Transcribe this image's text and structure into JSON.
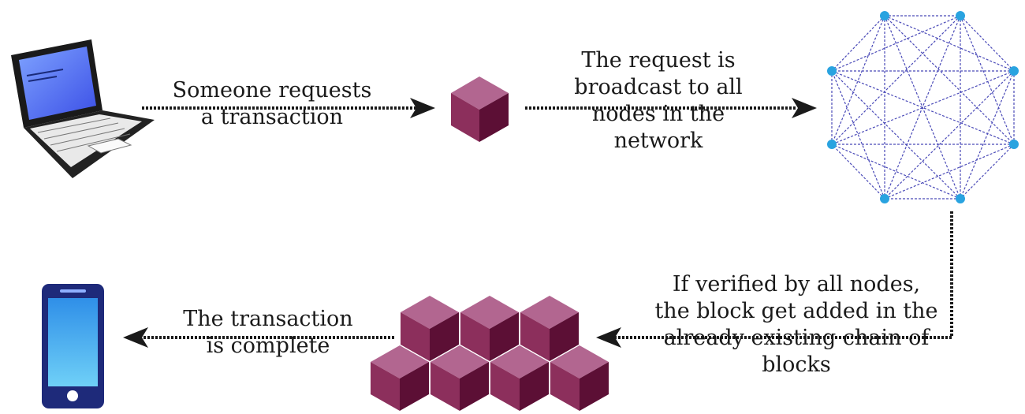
{
  "steps": {
    "request": [
      "Someone requests",
      "a transaction"
    ],
    "broadcast": [
      "The request is",
      "broadcast to all",
      "nodes in the",
      "network"
    ],
    "verify": [
      "If verified by all nodes,",
      "the block get added in the",
      "already existing chain of",
      "blocks"
    ],
    "complete": [
      "The transaction",
      "is complete"
    ]
  },
  "icons": {
    "laptop": "laptop-icon",
    "block": "block-cube-icon",
    "network": "network-nodes-icon",
    "chain": "blockchain-icon",
    "phone": "smartphone-icon"
  },
  "colors": {
    "cube_top": "#b26690",
    "cube_left": "#8c2f5c",
    "cube_right": "#5c0f35",
    "node": "#29a3e0",
    "network_line": "#4a4ab8",
    "arrow": "#1a1a1a"
  }
}
